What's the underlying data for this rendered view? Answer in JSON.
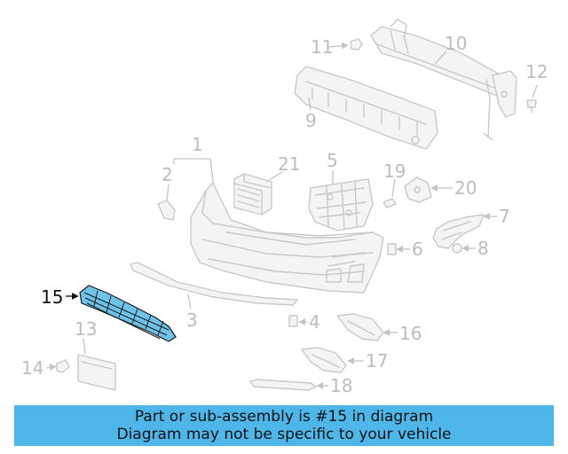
{
  "callouts": {
    "c1": "1",
    "c2": "2",
    "c3": "3",
    "c4": "4",
    "c5": "5",
    "c6": "6",
    "c7": "7",
    "c8": "8",
    "c9": "9",
    "c10": "10",
    "c11": "11",
    "c12": "12",
    "c13": "13",
    "c14": "14",
    "c15": "15",
    "c16": "16",
    "c17": "17",
    "c18": "18",
    "c19": "19",
    "c20": "20",
    "c21": "21"
  },
  "highlighted_part": "15",
  "colors": {
    "banner": "#4fb6ea",
    "highlight": "#6fc3ea",
    "line_art": "#c9c9c9"
  },
  "banner": {
    "line1": "Part or sub-assembly is #15 in diagram",
    "line2": "Diagram may not be specific to your vehicle"
  }
}
